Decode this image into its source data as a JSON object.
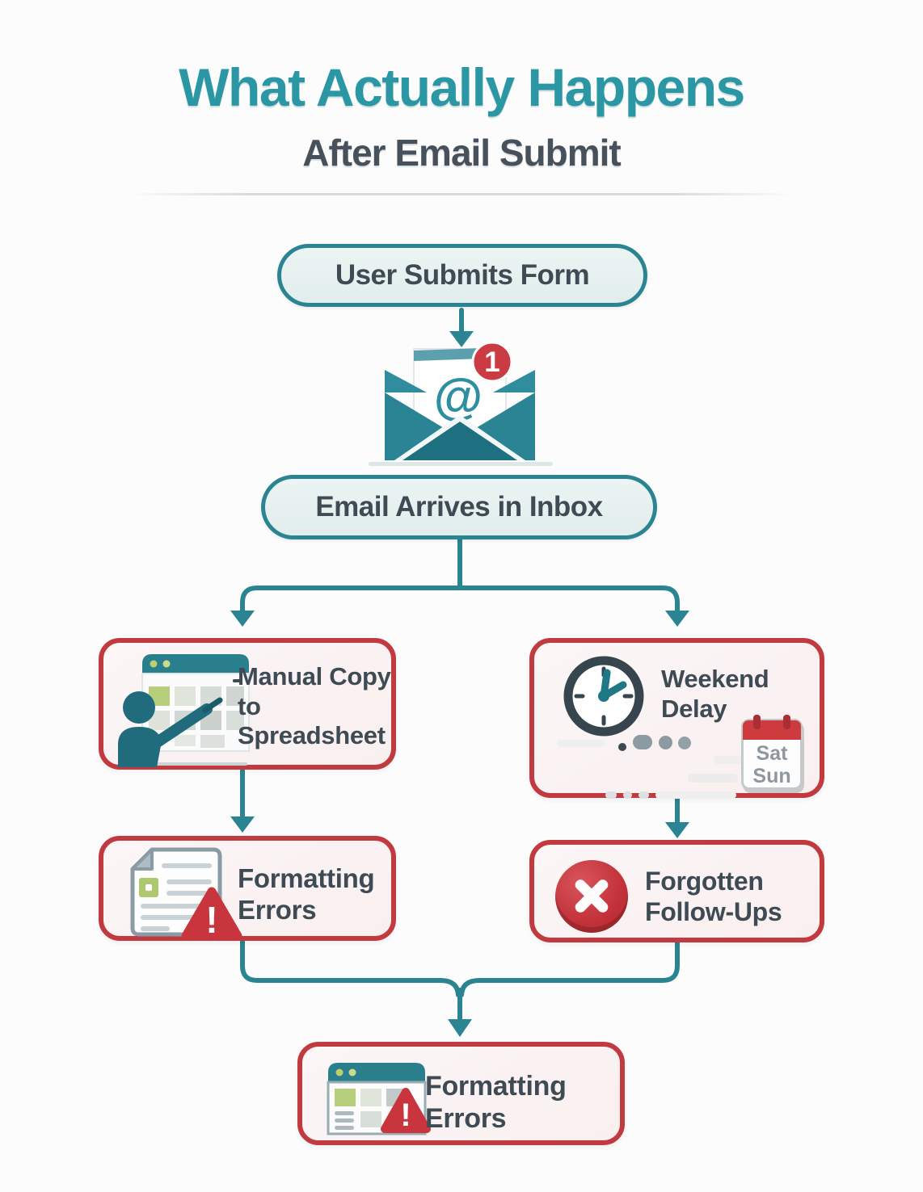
{
  "header": {
    "title": "What Actually Happens",
    "subtitle": "After Email Submit"
  },
  "nodes": {
    "user_submits_form": {
      "label": "User Submits Form"
    },
    "email_notification": {
      "at_symbol": "@",
      "badge_count": "1"
    },
    "email_arrives_inbox": {
      "label": "Email Arrives in Inbox"
    },
    "manual_copy": {
      "label": "Manual Copy to Spreadsheet"
    },
    "weekend_delay": {
      "label": "Weekend Delay",
      "calendar_day_1": "Sat",
      "calendar_day_2": "Sun"
    },
    "formatting_errors": {
      "label": "Formatting Errors",
      "warning_mark": "!"
    },
    "forgotten_follow_ups": {
      "label": "Forgotten Follow-Ups"
    },
    "final_formatting_errors": {
      "label": "Formatting Errors",
      "warning_mark": "!"
    }
  },
  "icons": {
    "email_notification": "open-envelope-with-at-symbol-and-badge",
    "manual_copy": "person-pointing-at-spreadsheet-window",
    "weekend_delay": "clock-with-trailing-dots-and-weekend-calendar",
    "formatting_errors": "document-with-warning-triangle",
    "forgotten_follow_ups": "red-x-circle",
    "final_formatting_errors": "spreadsheet-window-with-warning-triangle"
  },
  "colors": {
    "title_teal": "#2B96A4",
    "connector_teal": "#2A8491",
    "pill_border": "#2A8491",
    "pill_fill": "#E7F1EF",
    "box_border": "#C13A40",
    "box_fill": "#FAF1F1",
    "badge_red": "#CB3B43",
    "warning_red": "#C9353C",
    "dark_text": "#3E4A54",
    "envelope_teal": "#2A8494",
    "clock_slate": "#36454E",
    "calendar_red": "#CE3B3F"
  }
}
